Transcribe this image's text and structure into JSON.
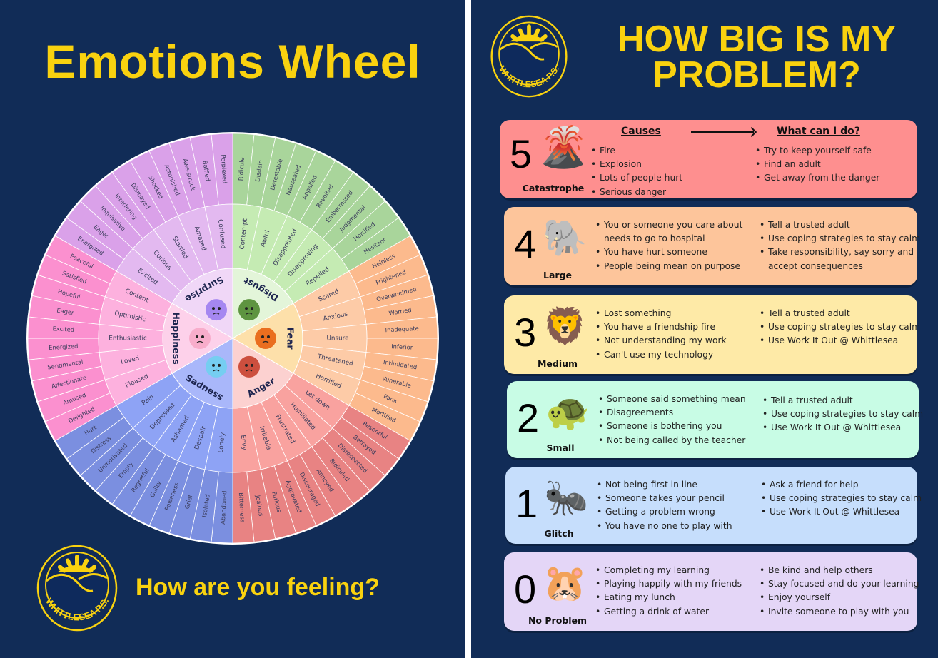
{
  "left_poster": {
    "title": "Emotions Wheel",
    "subtitle": "How are you feeling?",
    "logo_text": "WHITTLESEA P.S.",
    "wheel": [
      {
        "core": "Disgust",
        "outer_color": "#a9d59b",
        "middle_color": "#c5ebb3",
        "core_color": "#e3f5d9",
        "icon": "green-germ-blob-icon",
        "icon_color": "#4f8a2f",
        "middle": [
          "Contempt",
          "Awful",
          "Disappointed",
          "Disapproving",
          "Repelled"
        ],
        "outer": [
          "Ridicule",
          "Disdain",
          "Detestable",
          "Nauseated",
          "Appalled",
          "Revolted",
          "Embarrassed",
          "Judgmental",
          "Horrified",
          "Hesitant"
        ]
      },
      {
        "core": "Fear",
        "outer_color": "#fcba8d",
        "middle_color": "#fdcba7",
        "core_color": "#fde0aa",
        "icon": "orange-scared-blob-icon",
        "icon_color": "#e8620f",
        "middle": [
          "Scared",
          "Anxious",
          "Unsure",
          "Threatened",
          "Horrified"
        ],
        "outer": [
          "Helpless",
          "Frightened",
          "Overwhelmed",
          "Worried",
          "Inadequate",
          "Inferior",
          "Intimidated",
          "Vunerable",
          "Panic",
          "Mortified"
        ]
      },
      {
        "core": "Anger",
        "outer_color": "#e88383",
        "middle_color": "#f9a29f",
        "core_color": "#fcd1d0",
        "icon": "red-angry-blob-icon",
        "icon_color": "#c7402e",
        "middle": [
          "Let down",
          "Humiliated",
          "Frustrated",
          "Irritable",
          "Envy"
        ],
        "outer": [
          "Resentful",
          "Betrayed",
          "Disrespected",
          "Ridiculed",
          "Annoyed",
          "Discouraged",
          "Aggravated",
          "Furious",
          "Jealous",
          "Bitterness"
        ]
      },
      {
        "core": "Sadness",
        "outer_color": "#7b8fe0",
        "middle_color": "#8ea3f5",
        "core_color": "#a9b7fa",
        "icon": "blue-sad-cloud-icon",
        "icon_color": "#6fd0f0",
        "middle": [
          "Lonely",
          "Despair",
          "Ashamed",
          "Depressed",
          "Pain"
        ],
        "outer": [
          "Abandoned",
          "Isolated",
          "Grief",
          "Powerless",
          "Guilty",
          "Regretful",
          "Empty",
          "Unmotivated",
          "Distress",
          "Hurt"
        ]
      },
      {
        "core": "Happiness",
        "outer_color": "#fb90cf",
        "middle_color": "#fdb1de",
        "core_color": "#fdd1ea",
        "icon": "pink-happy-blob-icon",
        "icon_color": "#f7a8c8",
        "middle": [
          "Pleased",
          "Loved",
          "Enthusiastic",
          "Optimistic",
          "Content"
        ],
        "outer": [
          "Delighted",
          "Amused",
          "Affectionate",
          "Sentimental",
          "Energized",
          "Excited",
          "Eager",
          "Hopeful",
          "Satisfied",
          "Peaceful"
        ]
      },
      {
        "core": "Surprise",
        "outer_color": "#daa1e9",
        "middle_color": "#e3b9f0",
        "core_color": "#f0d7f7",
        "icon": "purple-surprised-blob-icon",
        "icon_color": "#9c7ef0",
        "middle": [
          "Excited",
          "Curious",
          "Startled",
          "Amazed",
          "Confused"
        ],
        "outer": [
          "Energized",
          "Eager",
          "Inquisative",
          "Interfering",
          "Dismayed",
          "Shocked",
          "Astonished",
          "Awe-struck",
          "Baffled",
          "Perplexed"
        ]
      }
    ]
  },
  "right_poster": {
    "title_line1": "HOW BIG IS MY",
    "title_line2": "PROBLEM?",
    "logo_text": "WHITTLESEA P.S.",
    "causes_header": "Causes",
    "actions_header": "What can I do?",
    "levels": [
      {
        "number": "5",
        "label": "Catastrophe",
        "icon": "volcano-icon",
        "color": "#fe8f8f",
        "causes": [
          "Fire",
          "Explosion",
          "Lots of people hurt",
          "Serious danger"
        ],
        "actions": [
          "Try to keep yourself safe",
          "Find an adult",
          "Get away from the danger"
        ]
      },
      {
        "number": "4",
        "label": "Large",
        "icon": "elephant-icon",
        "color": "#fdc59b",
        "causes": [
          "You or someone you care about",
          "needs to go to hospital",
          "You have hurt someone",
          "People being mean on purpose"
        ],
        "actions": [
          "Tell a trusted adult",
          "Use coping strategies to stay calm",
          "Take responsibility, say sorry and",
          "accept consequences"
        ]
      },
      {
        "number": "3",
        "label": "Medium",
        "icon": "lion-icon",
        "color": "#feeaa7",
        "causes": [
          "Lost something",
          "You have a friendship fire",
          "Not understanding my work",
          "Can't use my technology"
        ],
        "actions": [
          "Tell a trusted adult",
          "Use coping strategies to stay calm",
          "Use Work It Out @ Whittlesea"
        ]
      },
      {
        "number": "2",
        "label": "Small",
        "icon": "turtle-icon",
        "color": "#c8fce5",
        "causes": [
          "Someone said something mean",
          "Disagreements",
          "Someone is bothering you",
          "Not being called by the teacher"
        ],
        "actions": [
          "Tell a trusted adult",
          "Use coping strategies to stay calm",
          "Use Work It Out @ Whittlesea"
        ]
      },
      {
        "number": "1",
        "label": "Glitch",
        "icon": "ant-icon",
        "color": "#c6defc",
        "causes": [
          "Not being first in line",
          "Someone takes your pencil",
          "Getting a problem wrong",
          "You have no one to play with"
        ],
        "actions": [
          "Ask a friend for help",
          "Use coping strategies to stay calm",
          "Use Work It Out @ Whittlesea"
        ]
      },
      {
        "number": "0",
        "label": "No Problem",
        "icon": "capybara-thumbs-up-icon",
        "color": "#e4d6f7",
        "causes": [
          "Completing my learning",
          "Playing happily with my friends",
          "Eating my lunch",
          "Getting a drink of water"
        ],
        "actions": [
          "Be kind and help others",
          "Stay focused and do your learning",
          "Enjoy yourself",
          "Invite someone to play with you"
        ]
      }
    ]
  }
}
